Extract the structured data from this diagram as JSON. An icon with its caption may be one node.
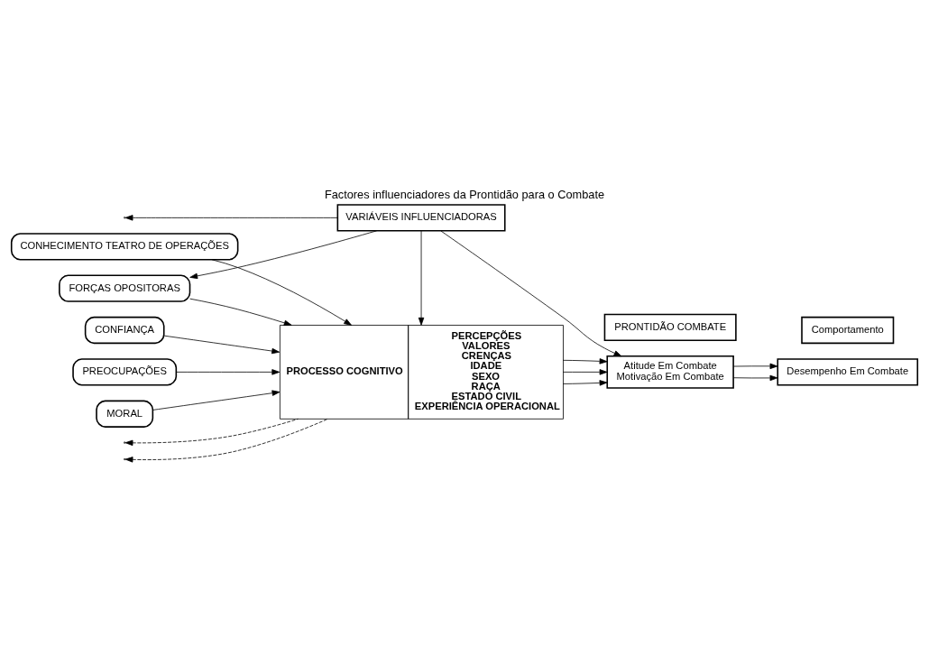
{
  "diagram": {
    "title": "Factores influenciadores da Prontidão para o Combate",
    "nodes": [
      {
        "text": [
          "CONHECIMENTO TEATRO DE OPERAÇÕES"
        ]
      },
      {
        "text": [
          "CONFIANÇA"
        ]
      },
      {
        "text": [
          "PREOCUPAÇÕES"
        ]
      },
      {
        "text": [
          "MORAL"
        ]
      },
      {
        "text": [
          "FORÇAS OPOSITORAS"
        ]
      },
      {
        "text": [
          "PROCESSO COGNITIVO",
          "PERCEPÇÕES",
          "VALORES",
          "CRENÇAS",
          "IDADE",
          "SEXO",
          "RAÇA",
          "ESTADO CIVIL",
          "EXPERIÊNCIA OPERACIONAL"
        ]
      },
      {
        "text": [
          "PRONTIDÃO COMBATE"
        ]
      },
      {
        "text": [
          "Atitude Em Combate",
          "Motivação Em Combate"
        ]
      },
      {
        "text": [
          "Comportamento"
        ]
      },
      {
        "text": [
          "Desempenho Em Combate"
        ]
      },
      {
        "text": [
          "VARIÁVEIS INFLUENCIADORAS"
        ]
      }
    ],
    "edges": [
      {
        "from": 0,
        "to": 5,
        "arrow": "to"
      },
      {
        "from": 1,
        "to": 5,
        "arrow": "to"
      },
      {
        "from": 2,
        "to": 5,
        "arrow": "to"
      },
      {
        "from": 3,
        "to": 5,
        "arrow": "to"
      },
      {
        "from": 4,
        "to": 5,
        "arrow": "to"
      },
      {
        "from": 5,
        "to": null,
        "arrow": "to",
        "style": "dashed"
      },
      {
        "from": 5,
        "to": null,
        "arrow": "to",
        "style": "dashed"
      },
      {
        "from": 5,
        "to": 7,
        "arrow": "to"
      },
      {
        "from": 5,
        "to": 7,
        "arrow": "to"
      },
      {
        "from": 5,
        "to": 7,
        "arrow": "to"
      },
      {
        "from": 7,
        "to": 9,
        "arrow": "to"
      },
      {
        "from": 7,
        "to": 9,
        "arrow": "to"
      },
      {
        "from": 10,
        "to": 4,
        "arrow": "to"
      },
      {
        "from": 10,
        "to": null,
        "arrow": "to"
      },
      {
        "from": 10,
        "to": 5,
        "arrow": "to"
      },
      {
        "from": 10,
        "to": 7,
        "arrow": "to"
      }
    ]
  }
}
